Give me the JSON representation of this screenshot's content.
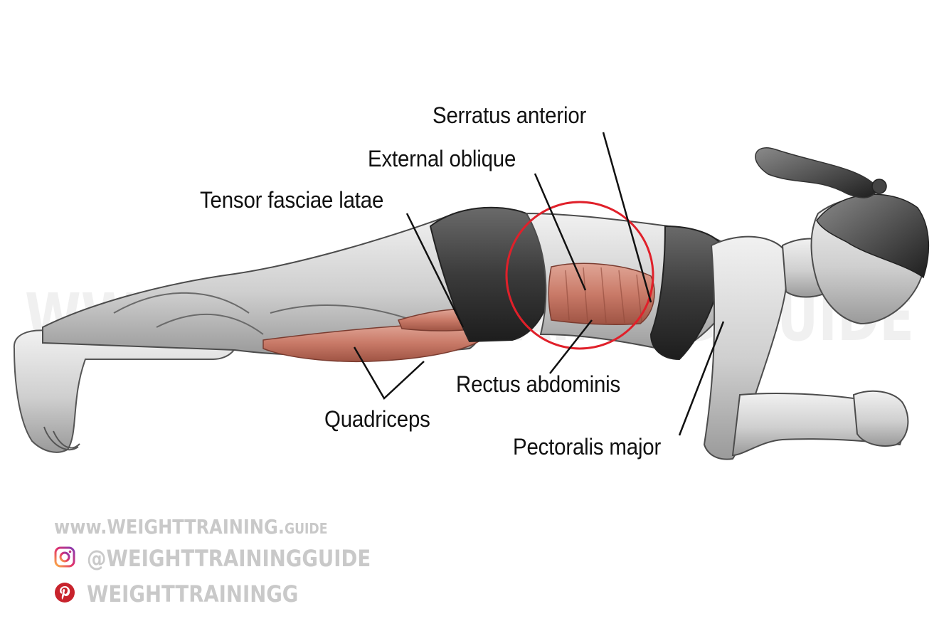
{
  "muscle_labels": {
    "serratus_anterior": "Serratus anterior",
    "external_oblique": "External oblique",
    "tensor_fasciae_latae": "Tensor fasciae latae",
    "rectus_abdominis": "Rectus abdominis",
    "quadriceps": "Quadriceps",
    "pectoralis_major": "Pectoralis major"
  },
  "watermark": "WWW.WEIGHTTRAINING.GUIDE",
  "footer": {
    "website_main": "www.WEIGHTTRAINING.",
    "website_suffix": "GUIDE",
    "instagram": "@WEIGHTTRAININGGUIDE",
    "pinterest": "WEIGHTTRAININGG"
  },
  "colors": {
    "highlight_circle": "#e0202a",
    "target_muscle": "#c97a68",
    "footer_text": "#c9c9c9",
    "instagram_brand": "#d6249f",
    "pinterest_brand": "#c8232c"
  },
  "icons": [
    "instagram-icon",
    "pinterest-icon"
  ]
}
